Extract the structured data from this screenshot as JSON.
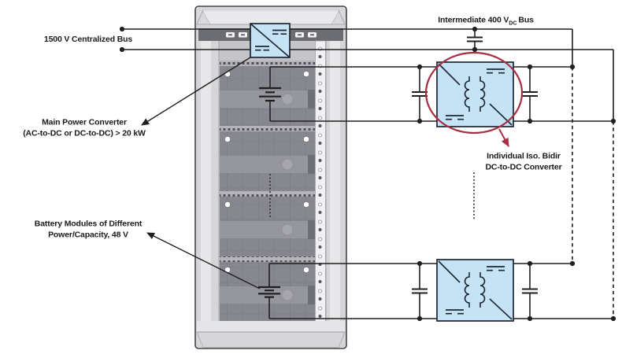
{
  "labels": {
    "centralized_bus": "1500 V Centralized Bus",
    "main_converter_1": "Main Power Converter",
    "main_converter_2": "(AC-to-DC or DC-to-DC) > 20 kW",
    "battery_modules_1": "Battery Modules of Different",
    "battery_modules_2": "Power/Capacity, 48 V",
    "intermediate_bus_prefix": "Intermediate 400 V",
    "intermediate_bus_sub": "DC",
    "intermediate_bus_suffix": "Bus",
    "individual_converter_1": "Individual Iso. Bidir",
    "individual_converter_2": "DC-to-DC Converter"
  },
  "colors": {
    "wire": "#231f20",
    "converter_fill": "#c5e3f5",
    "converter_border": "#1c2733",
    "highlight_red": "#a82e42",
    "rack_frame": "#d5d5d7",
    "rack_module": "#87878f",
    "rack_dark_strip": "#6c6c73"
  }
}
